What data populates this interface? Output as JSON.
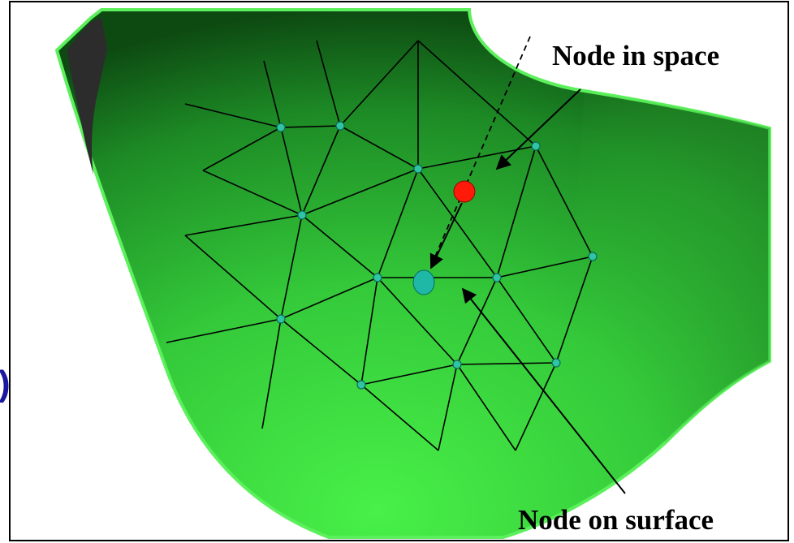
{
  "labels": {
    "node_in_space": "Node in space",
    "node_on_surface": "Node on surface",
    "edge_glyph": ")"
  },
  "colors": {
    "surface_light": "#45f045",
    "surface_dark": "#0e5a14",
    "surface_edge": "#2c2c2c",
    "mesh_line": "#000000",
    "mesh_node": "#2ec4a4",
    "space_node": "#ff1a0a",
    "surface_node": "#1fb7a5",
    "frame": "#000000",
    "edge_glyph": "#1a1aa0"
  },
  "legend_icons": {
    "space_node": "red-circle",
    "surface_node": "teal-circle"
  }
}
